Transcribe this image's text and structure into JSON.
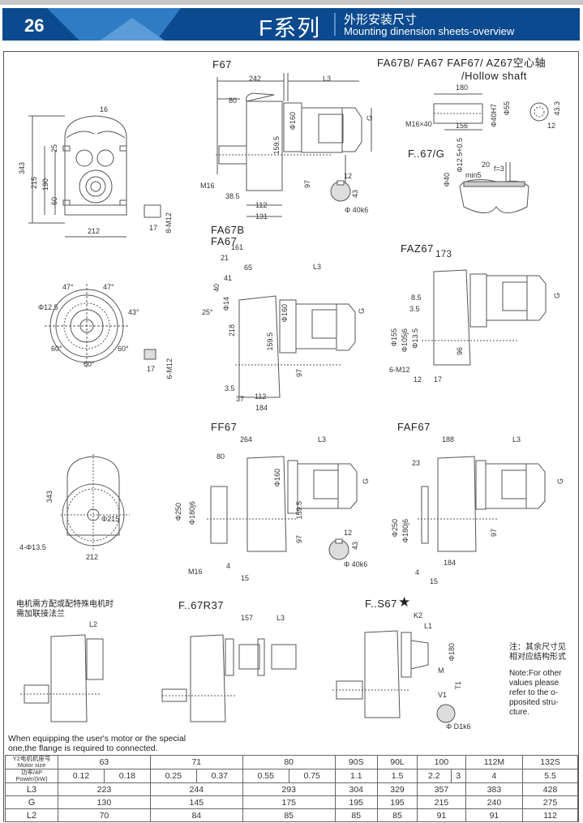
{
  "header": {
    "page_number": "26",
    "series_title": "F系列",
    "subtitle_cn": "外形安装尺寸",
    "subtitle_en": "Mounting dinension sheets-overview",
    "band_color": "#0b4a8e"
  },
  "drawings": {
    "f67": {
      "title": "F67",
      "front_dims": {
        "w_top": "16",
        "h_total": "343",
        "h_215": "215",
        "h_190": "190",
        "h_25": "25",
        "h_60": "60",
        "w_212": "212",
        "tap_17": "17",
        "tap_thread": "8-M12"
      },
      "side_dims": {
        "d242": "242",
        "l3": "L3",
        "d80": "80",
        "d160": "Φ160",
        "d159_5": "159.5",
        "g": "G",
        "m16": "M16",
        "d97": "97",
        "d38_5": "38.5",
        "d112": "112",
        "d131": "131"
      },
      "key_dims": {
        "k12": "12",
        "k43": "43",
        "k40": "Φ 40k6"
      }
    },
    "hollow": {
      "title_line1": "FA67B/    FA67    FAF67/    AZ67空心轴",
      "title_line2": "/Hollow shaft",
      "dims": {
        "d180": "180",
        "d156": "156",
        "m16x40": "M16×40",
        "d40h7": "Φ40H7",
        "d55": "Φ55",
        "d43_3": "43.3",
        "d12": "12"
      }
    },
    "f67g": {
      "title": "F..67/G",
      "dims": {
        "d40": "Φ40",
        "d12_5": "Φ12.5+0.5",
        "d20": "20",
        "min5": "min5",
        "f3": "f=3"
      }
    },
    "fa67b": {
      "title1": "FA67B",
      "title2": "FA67",
      "flange_dims": {
        "a47a": "47°",
        "a47b": "47°",
        "a43": "43°",
        "d125": "Φ12.5",
        "a60a": "60°",
        "a60b": "60°",
        "a60c": "60°",
        "tap17": "17",
        "tap_thread": "6-M12"
      },
      "side_dims": {
        "d161": "161",
        "d21": "21",
        "d65": "65",
        "d41": "41",
        "d40": "40",
        "d14": "Φ14",
        "a25": "25°",
        "d218": "218",
        "d160": "Φ160",
        "d159_5": "159.5",
        "l3": "L3",
        "g": "G",
        "d97": "97",
        "d3_5": "3.5",
        "d37": "37",
        "d112": "112",
        "d184": "184"
      }
    },
    "faz67": {
      "title": "FAZ67",
      "dims": {
        "d173": "173",
        "d8_5": "8.5",
        "d3_5": "3.5",
        "d155": "Φ155",
        "d105": "Φ105j6",
        "d13_5": "Φ13.5",
        "d96": "96",
        "m12": "6-M12",
        "d12": "12",
        "d17": "17",
        "g": "G"
      }
    },
    "ff67": {
      "title": "FF67",
      "front_dims": {
        "h343": "343",
        "d215": "Φ215",
        "holes": "4-Φ13.5",
        "w212": "212"
      },
      "side_dims": {
        "d264": "264",
        "l3": "L3",
        "d80": "80",
        "d160": "Φ160",
        "d250": "Φ250",
        "d180": "Φ180j6",
        "d159_5": "159.5",
        "g": "G",
        "d97": "97",
        "m16": "M16",
        "d4": "4",
        "d15": "15"
      },
      "key_dims": {
        "k12": "12",
        "k43": "43",
        "k40": "Φ 40k6"
      }
    },
    "faf67": {
      "title": "FAF67",
      "dims": {
        "d188": "188",
        "l3": "L3",
        "d23": "23",
        "g": "G",
        "d250": "Φ250",
        "d180": "Φ180j6",
        "d97": "97",
        "d184": "184",
        "d4": "4",
        "d15": "15"
      }
    },
    "flange_note": {
      "cn_line1": "电机需方配或配特殊电机时",
      "cn_line2": "需加联接法兰",
      "l2": "L2"
    },
    "f67r37": {
      "title": "F..67R37",
      "dims": {
        "d157": "157",
        "l3": "L3"
      }
    },
    "fs67": {
      "title": "F..S67",
      "star": "★",
      "dims": {
        "k2": "K2",
        "l1": "L1",
        "d180": "Φ180",
        "m": "M",
        "v1": "V1",
        "t1": "T1",
        "d1": "Φ D1k6"
      }
    }
  },
  "side_note": {
    "cn_line1": "注：其余尺寸见",
    "cn_line2": "相对应结构形式",
    "en": [
      "Note:For other",
      "values please",
      "refer to the o-",
      "pposited stru-",
      "cture."
    ]
  },
  "instruction": {
    "line1": "When equipping the user's motor  or the special",
    "line2": "one,the flange is required to connected."
  },
  "table": {
    "header_motor_cn": "Y2电机机座号",
    "header_motor_en": "Motor size",
    "header_power_cn": "功率/4P",
    "header_power_en": "Power/(kW)",
    "motor_sizes": [
      "63",
      "71",
      "80",
      "90S",
      "90L",
      "100",
      "112M",
      "132S"
    ],
    "powers": [
      "0.12",
      "0.18",
      "0.25",
      "0.37",
      "0.55",
      "0.75",
      "1.1",
      "1.5",
      "2.2",
      "3",
      "4",
      "5.5"
    ],
    "rows": [
      {
        "label": "L3",
        "values": [
          "223",
          "244",
          "293",
          "304",
          "329",
          "357",
          "383",
          "428"
        ]
      },
      {
        "label": "G",
        "values": [
          "130",
          "145",
          "175",
          "195",
          "195",
          "215",
          "240",
          "275"
        ]
      },
      {
        "label": "L2",
        "values": [
          "70",
          "84",
          "85",
          "85",
          "85",
          "91",
          "91",
          "112"
        ]
      }
    ]
  }
}
